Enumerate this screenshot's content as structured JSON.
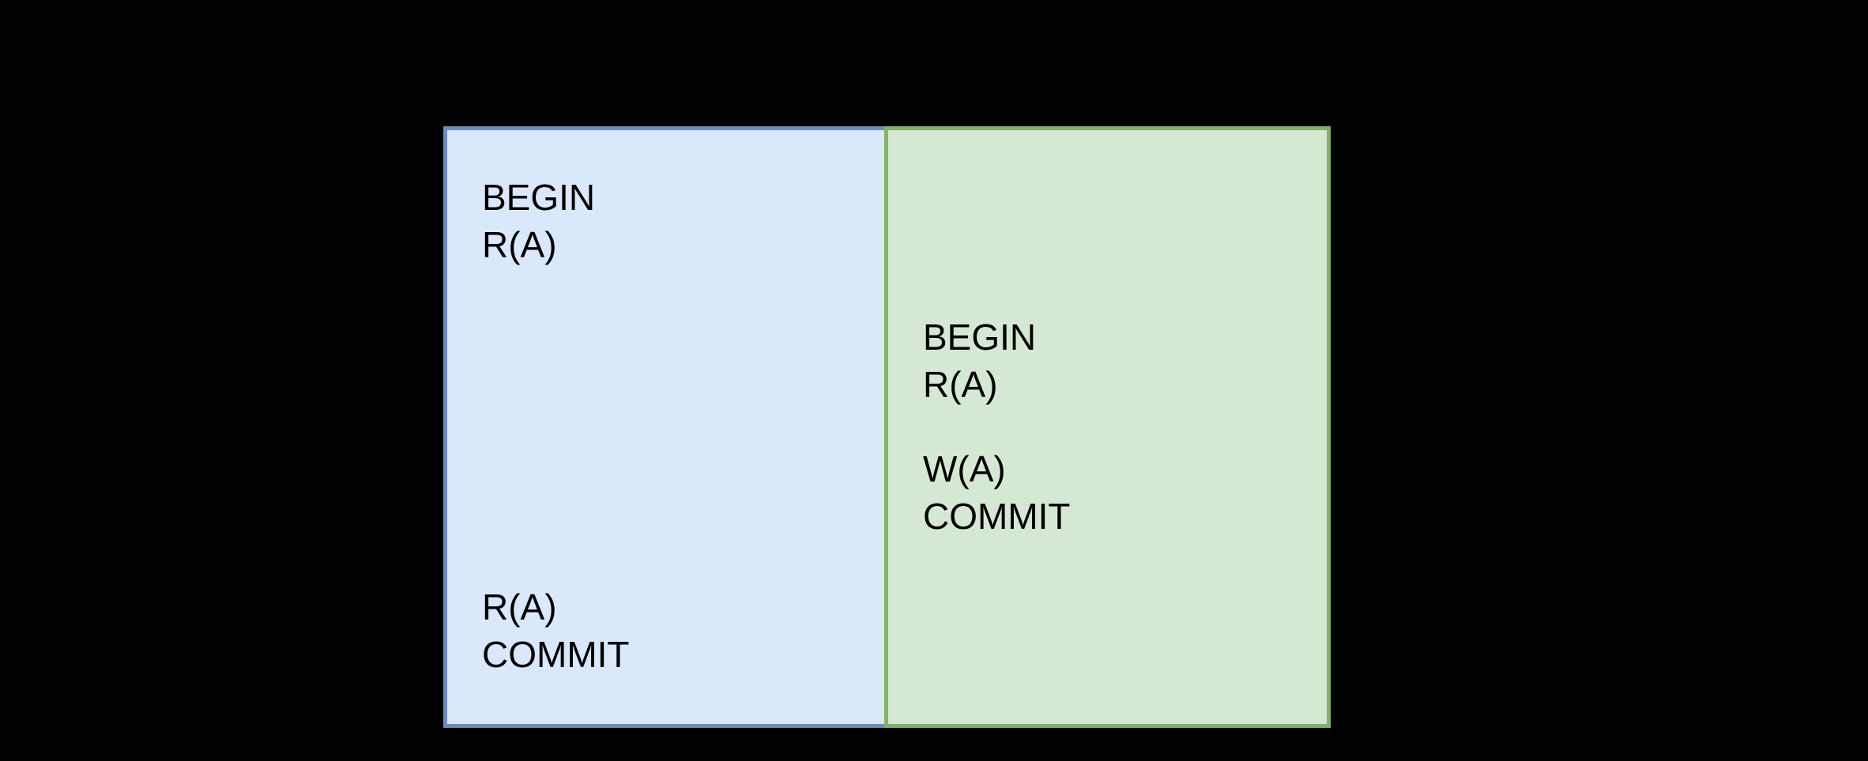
{
  "colors": {
    "background": "#000000",
    "left_box_fill": "#dae8fc",
    "left_box_stroke": "#6c8ebf",
    "right_box_fill": "#d5e8d4",
    "right_box_stroke": "#82b366",
    "text": "#000000"
  },
  "left_box": {
    "top_block": {
      "line1": "BEGIN",
      "line2": "R(A)"
    },
    "bottom_block": {
      "line1": "R(A)",
      "line2": "COMMIT"
    }
  },
  "right_box": {
    "top_block": {
      "line1": "BEGIN",
      "line2": "R(A)"
    },
    "bottom_block": {
      "line1": "W(A)",
      "line2": "COMMIT"
    }
  }
}
